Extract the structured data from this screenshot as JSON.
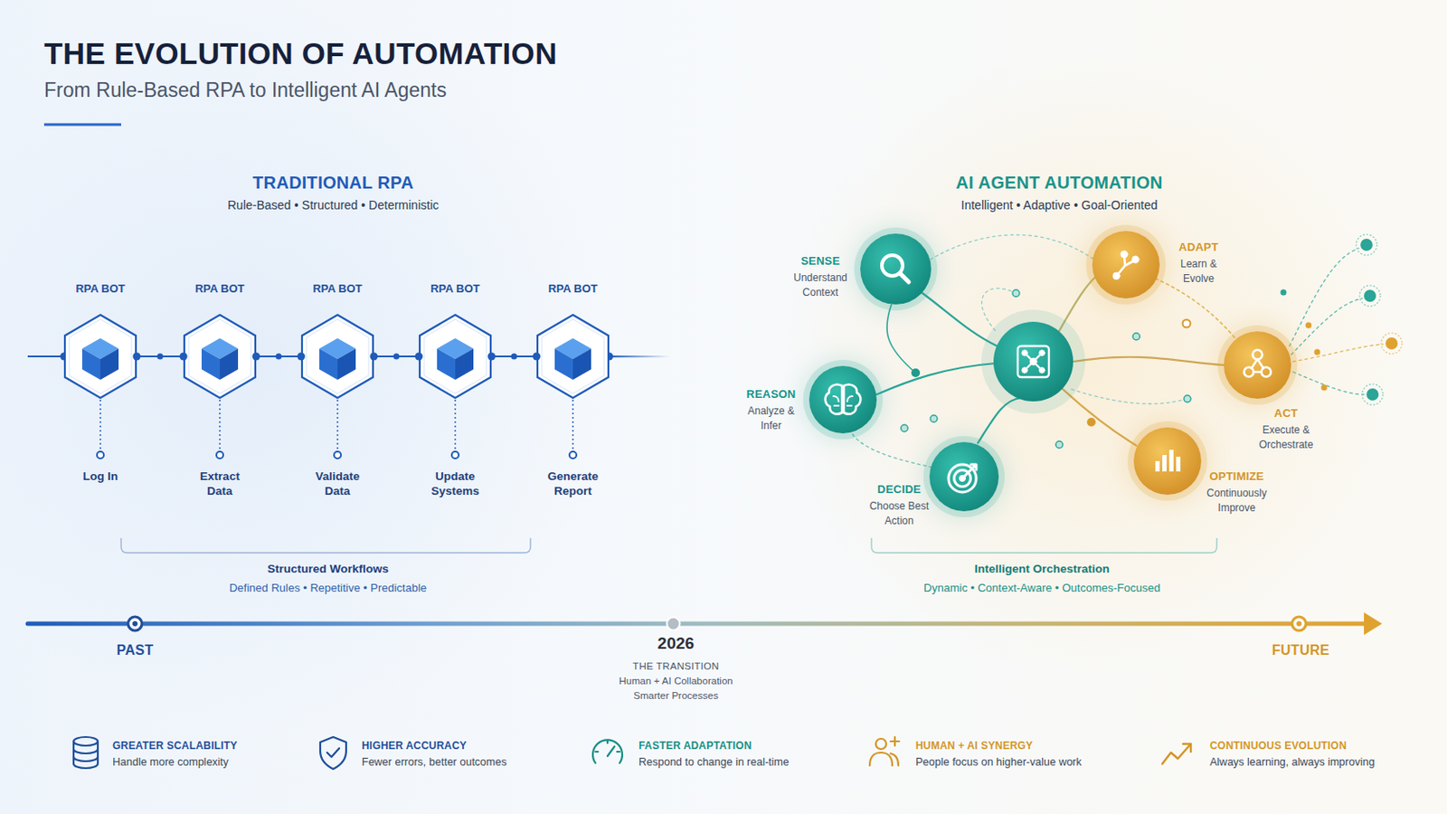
{
  "diagram": {
    "title": "THE EVOLUTION OF AUTOMATION",
    "nodes": [
      {
        "text": [
          "RPA BOT",
          "Log In"
        ]
      },
      {
        "text": [
          "RPA BOT",
          "Extract Data"
        ]
      },
      {
        "text": [
          "RPA BOT",
          "Validate Data"
        ]
      },
      {
        "text": [
          "RPA BOT",
          "Update Systems"
        ]
      },
      {
        "text": [
          "RPA BOT",
          "Generate Report"
        ]
      },
      {
        "text": [
          "SENSE",
          "Understand Context"
        ]
      },
      {
        "text": [
          "REASON",
          "Analyze & Infer"
        ]
      },
      {
        "text": [
          "DECIDE",
          "Choose Best Action"
        ]
      },
      {
        "text": [
          "ADAPT",
          "Learn & Evolve"
        ]
      },
      {
        "text": [
          "ACT",
          "Execute & Orchestrate"
        ]
      },
      {
        "text": [
          "OPTIMIZE",
          "Continuously Improve"
        ]
      }
    ],
    "edges": [
      {
        "from": 0,
        "to": 1,
        "arrow": "none"
      },
      {
        "from": 1,
        "to": 2,
        "arrow": "none"
      },
      {
        "from": 2,
        "to": 3,
        "arrow": "none"
      },
      {
        "from": 3,
        "to": 4,
        "arrow": "none"
      }
    ],
    "labels": [
      "From Rule-Based RPA to Intelligent AI Agents",
      "TRADITIONAL RPA",
      "Rule-Based • Structured • Deterministic",
      "AI AGENT AUTOMATION",
      "Intelligent • Adaptive • Goal-Oriented",
      "Structured Workflows",
      "Defined Rules • Repetitive • Predictable",
      "Intelligent Orchestration",
      "Dynamic • Context-Aware • Outcomes-Focused",
      "PAST",
      "2026",
      "THE TRANSITION",
      "Human + AI Collaboration",
      "Smarter Processes",
      "FUTURE",
      "GREATER SCALABILITY",
      "Handle more complexity",
      "HIGHER ACCURACY",
      "Fewer errors, better outcomes",
      "FASTER ADAPTATION",
      "Respond to change in real-time",
      "HUMAN + AI SYNERGY",
      "People focus on higher-value work",
      "CONTINUOUS EVOLUTION",
      "Always learning, always improving"
    ]
  }
}
